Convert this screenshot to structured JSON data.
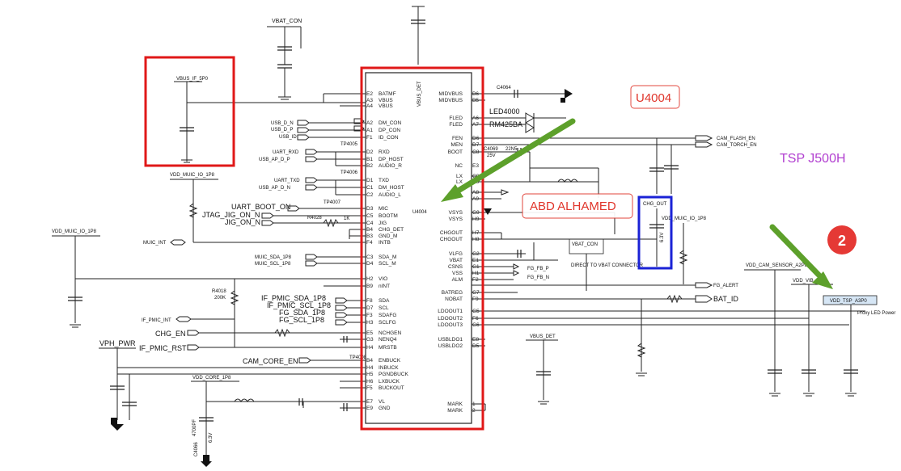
{
  "title": "TSP J500H",
  "callouts": {
    "ic": "U4004",
    "author": "ABD ALHAMED",
    "marker": "2"
  },
  "ic": {
    "ref": "U4004",
    "vbus_det": "VBUS_DET",
    "left_pins": [
      {
        "no": "E2",
        "name": "BATMF"
      },
      {
        "no": "A3",
        "name": "VBUS"
      },
      {
        "no": "A4",
        "name": "VBUS"
      },
      {
        "no": "A2",
        "name": "DM_CON"
      },
      {
        "no": "A1",
        "name": "DP_CON"
      },
      {
        "no": "F1",
        "name": "ID_CON"
      },
      {
        "no": "D2",
        "name": "RXD"
      },
      {
        "no": "B1",
        "name": "DP_HOST"
      },
      {
        "no": "B2",
        "name": "AUDIO_R"
      },
      {
        "no": "D1",
        "name": "TXD"
      },
      {
        "no": "C1",
        "name": "DM_HOST"
      },
      {
        "no": "C2",
        "name": "AUDIO_L"
      },
      {
        "no": "D3",
        "name": "MIC"
      },
      {
        "no": "C5",
        "name": "BOOTM"
      },
      {
        "no": "C4",
        "name": "JIG"
      },
      {
        "no": "B4",
        "name": "CHG_DET"
      },
      {
        "no": "B3",
        "name": "GND_M"
      },
      {
        "no": "F4",
        "name": "INTB"
      },
      {
        "no": "C3",
        "name": "SDA_M"
      },
      {
        "no": "D4",
        "name": "SCL_M"
      },
      {
        "no": "H2",
        "name": "VIO"
      },
      {
        "no": "B9",
        "name": "nINT"
      },
      {
        "no": "F8",
        "name": "SDA"
      },
      {
        "no": "D7",
        "name": "SCL"
      },
      {
        "no": "F3",
        "name": "SDAFG"
      },
      {
        "no": "H3",
        "name": "SCLFG"
      },
      {
        "no": "E5",
        "name": "NCHGEN"
      },
      {
        "no": "G3",
        "name": "NENQ4"
      },
      {
        "no": "H4",
        "name": "MRSTB"
      },
      {
        "no": "B4",
        "name": "ENBUCK"
      },
      {
        "no": "H4",
        "name": "INBUCK"
      },
      {
        "no": "H5",
        "name": "PGNDBUCK"
      },
      {
        "no": "H6",
        "name": "LXBUCK"
      },
      {
        "no": "F5",
        "name": "BUCKOUT"
      },
      {
        "no": "E7",
        "name": "VL"
      },
      {
        "no": "E9",
        "name": "GND"
      }
    ],
    "right_pins": [
      {
        "no": "B6",
        "name": "MIDVBUS"
      },
      {
        "no": "B5",
        "name": "MIDVBUS"
      },
      {
        "no": "A6",
        "name": "FLED"
      },
      {
        "no": "A7",
        "name": "FLED"
      },
      {
        "no": "D6",
        "name": "FEN"
      },
      {
        "no": "D7",
        "name": "MEN"
      },
      {
        "no": "C8",
        "name": "BOOT"
      },
      {
        "no": "E3",
        "name": "NC"
      },
      {
        "no": "C9",
        "name": "LX"
      },
      {
        "no": "D9",
        "name": "LX"
      },
      {
        "no": "A8",
        "name": ""
      },
      {
        "no": "A9",
        "name": ""
      },
      {
        "no": "G9",
        "name": "VSYS"
      },
      {
        "no": "H9",
        "name": "VSYS"
      },
      {
        "no": "H7",
        "name": "CHGOUT"
      },
      {
        "no": "H8",
        "name": "CHGOUT"
      },
      {
        "no": "G2",
        "name": "VLFG"
      },
      {
        "no": "E1",
        "name": "VBAT"
      },
      {
        "no": "G1",
        "name": "CSNS"
      },
      {
        "no": "H1",
        "name": "VSS"
      },
      {
        "no": "F2",
        "name": "ALM"
      },
      {
        "no": "G7",
        "name": "BATREG"
      },
      {
        "no": "F9",
        "name": "NOBAT"
      },
      {
        "no": "G5",
        "name": "LDOOUT1"
      },
      {
        "no": "F6",
        "name": "LDOOUT2"
      },
      {
        "no": "G6",
        "name": "LDOOUT3"
      },
      {
        "no": "E8",
        "name": "USBLDO1"
      },
      {
        "no": "D5",
        "name": "USBLDO2"
      },
      {
        "no": "1",
        "name": "MARK"
      },
      {
        "no": "2",
        "name": "MARK"
      }
    ]
  },
  "nets": {
    "vbat_con": "VBAT_CON",
    "vbus_if": "VBUS_IF_5P0",
    "vdd_muic_io_top": "VDD_MUIC_IO_1P8",
    "vdd_muic_io_left": "VDD_MUIC_IO_1P8",
    "vdd_muic_io_right": "VDD_MUIC_IO_1P8",
    "usb_d_n": "USB_D_N",
    "usb_d_p": "USB_D_P",
    "usb_id": "USB_ID",
    "tp4005": "TP4005",
    "uart_rxd": "UART_RXD",
    "usb_ap_d_p": "USB_AP_D_P",
    "tp4006": "TP4006",
    "uart_txd": "UART_TXD",
    "usb_ap_d_n": "USB_AP_D_N",
    "tp4007": "TP4007",
    "uart_boot_on": "UART_BOOT_ON",
    "jtag_jig_on_n": "JTAG_JIG_ON_N",
    "jig_on_n": "JIG_ON_N",
    "r4028": "R4028",
    "r4028_val": "1K",
    "muic_int": "MUIC_INT",
    "muic_sda": "MUIC_SDA_1P8",
    "muic_scl": "MUIC_SCL_1P8",
    "r4018": "R4018",
    "r4018_val": "200K",
    "if_pmic_int": "IF_PMIC_INT",
    "if_pmic_sda": "IF_PMIC_SDA_1P8",
    "if_pmic_scl": "IF_PMIC_SCL_1P8",
    "fg_sda": "FG_SDA_1P8",
    "fg_scl": "FG_SCL_1P8",
    "chg_en": "CHG_EN",
    "if_pmic_rst": "IF_PMIC_RST",
    "vph_pwr": "VPH_PWR",
    "cam_core_en": "CAM_CORE_EN",
    "tp4008": "TP4008",
    "vdd_core": "VDD_CORE_1P8",
    "c4066": "C4066",
    "c4066_val": "4700PF",
    "c4066_v": "6.3V",
    "c4064": "C4064",
    "c4069": "C4069",
    "c4069_v": "25V",
    "c4069_val": "22N5",
    "led4000": "LED4000",
    "rm425ba": "RM425BA",
    "cam_flash_en": "CAM_FLASH_EN",
    "cam_torch_en": "CAM_TORCH_EN",
    "chg_out": "CHG_OUT",
    "chg_out_v": "6.3V",
    "vbat_con2": "VBAT_CON",
    "direct_vbat": "DIRECT TO VBAT CONNECTOR",
    "fg_fb_p": "FG_FB_P",
    "fg_fb_n": "FG_FB_N",
    "fg_alert": "FG_ALERT",
    "bat_id": "BAT_ID",
    "vbus_det": "VBUS_DET",
    "vdd_cam_sensor": "VDD_CAM_SENSOR_A2P8",
    "vdd_vib": "VDD_VIB",
    "vdd_tsp": "VDD_TSP_A3P0",
    "proxy_led": "Proxy LED Power"
  },
  "colors": {
    "highlight_red": "#e01818",
    "highlight_blue": "#1a22d6",
    "arrow_green": "#5da02b",
    "callout_text": "#e0352b",
    "title_purple": "#b13fd0",
    "marker_red": "#e53935",
    "net_label_fill": "#d6e6f5"
  }
}
